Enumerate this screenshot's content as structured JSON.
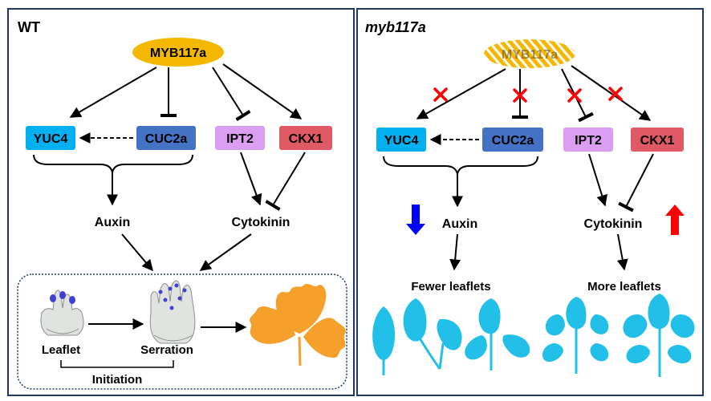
{
  "wt_panel": {
    "title": "WT",
    "regulator": "MYB117a",
    "genes": {
      "yuc4": "YUC4",
      "cuc2a": "CUC2a",
      "ipt2": "IPT2",
      "ckx1": "CKX1"
    },
    "hormones": {
      "auxin": "Auxin",
      "cytokinin": "Cytokinin"
    },
    "development": {
      "leaflet": "Leaflet",
      "serration": "Serration",
      "initiation": "Initiation"
    }
  },
  "mutant_panel": {
    "title": "myb117a",
    "regulator": "MYB117a",
    "genes": {
      "yuc4": "YUC4",
      "cuc2a": "CUC2a",
      "ipt2": "IPT2",
      "ckx1": "CKX1"
    },
    "hormones": {
      "auxin": "Auxin",
      "cytokinin": "Cytokinin"
    },
    "outcomes": {
      "fewer": "Fewer leaflets",
      "more": "More leaflets"
    }
  },
  "colors": {
    "border": "#1f3864",
    "regulator": "#f5b800",
    "yuc4": "#00b0f0",
    "cuc2a": "#4472c4",
    "ipt2": "#dc9ef2",
    "ckx1": "#e05a66",
    "leaf_orange": "#f4a02a",
    "leaf_cyan": "#22c0e8",
    "cross": "#ff0000",
    "down_arrow": "#0000ff",
    "up_arrow": "#ff0000"
  }
}
